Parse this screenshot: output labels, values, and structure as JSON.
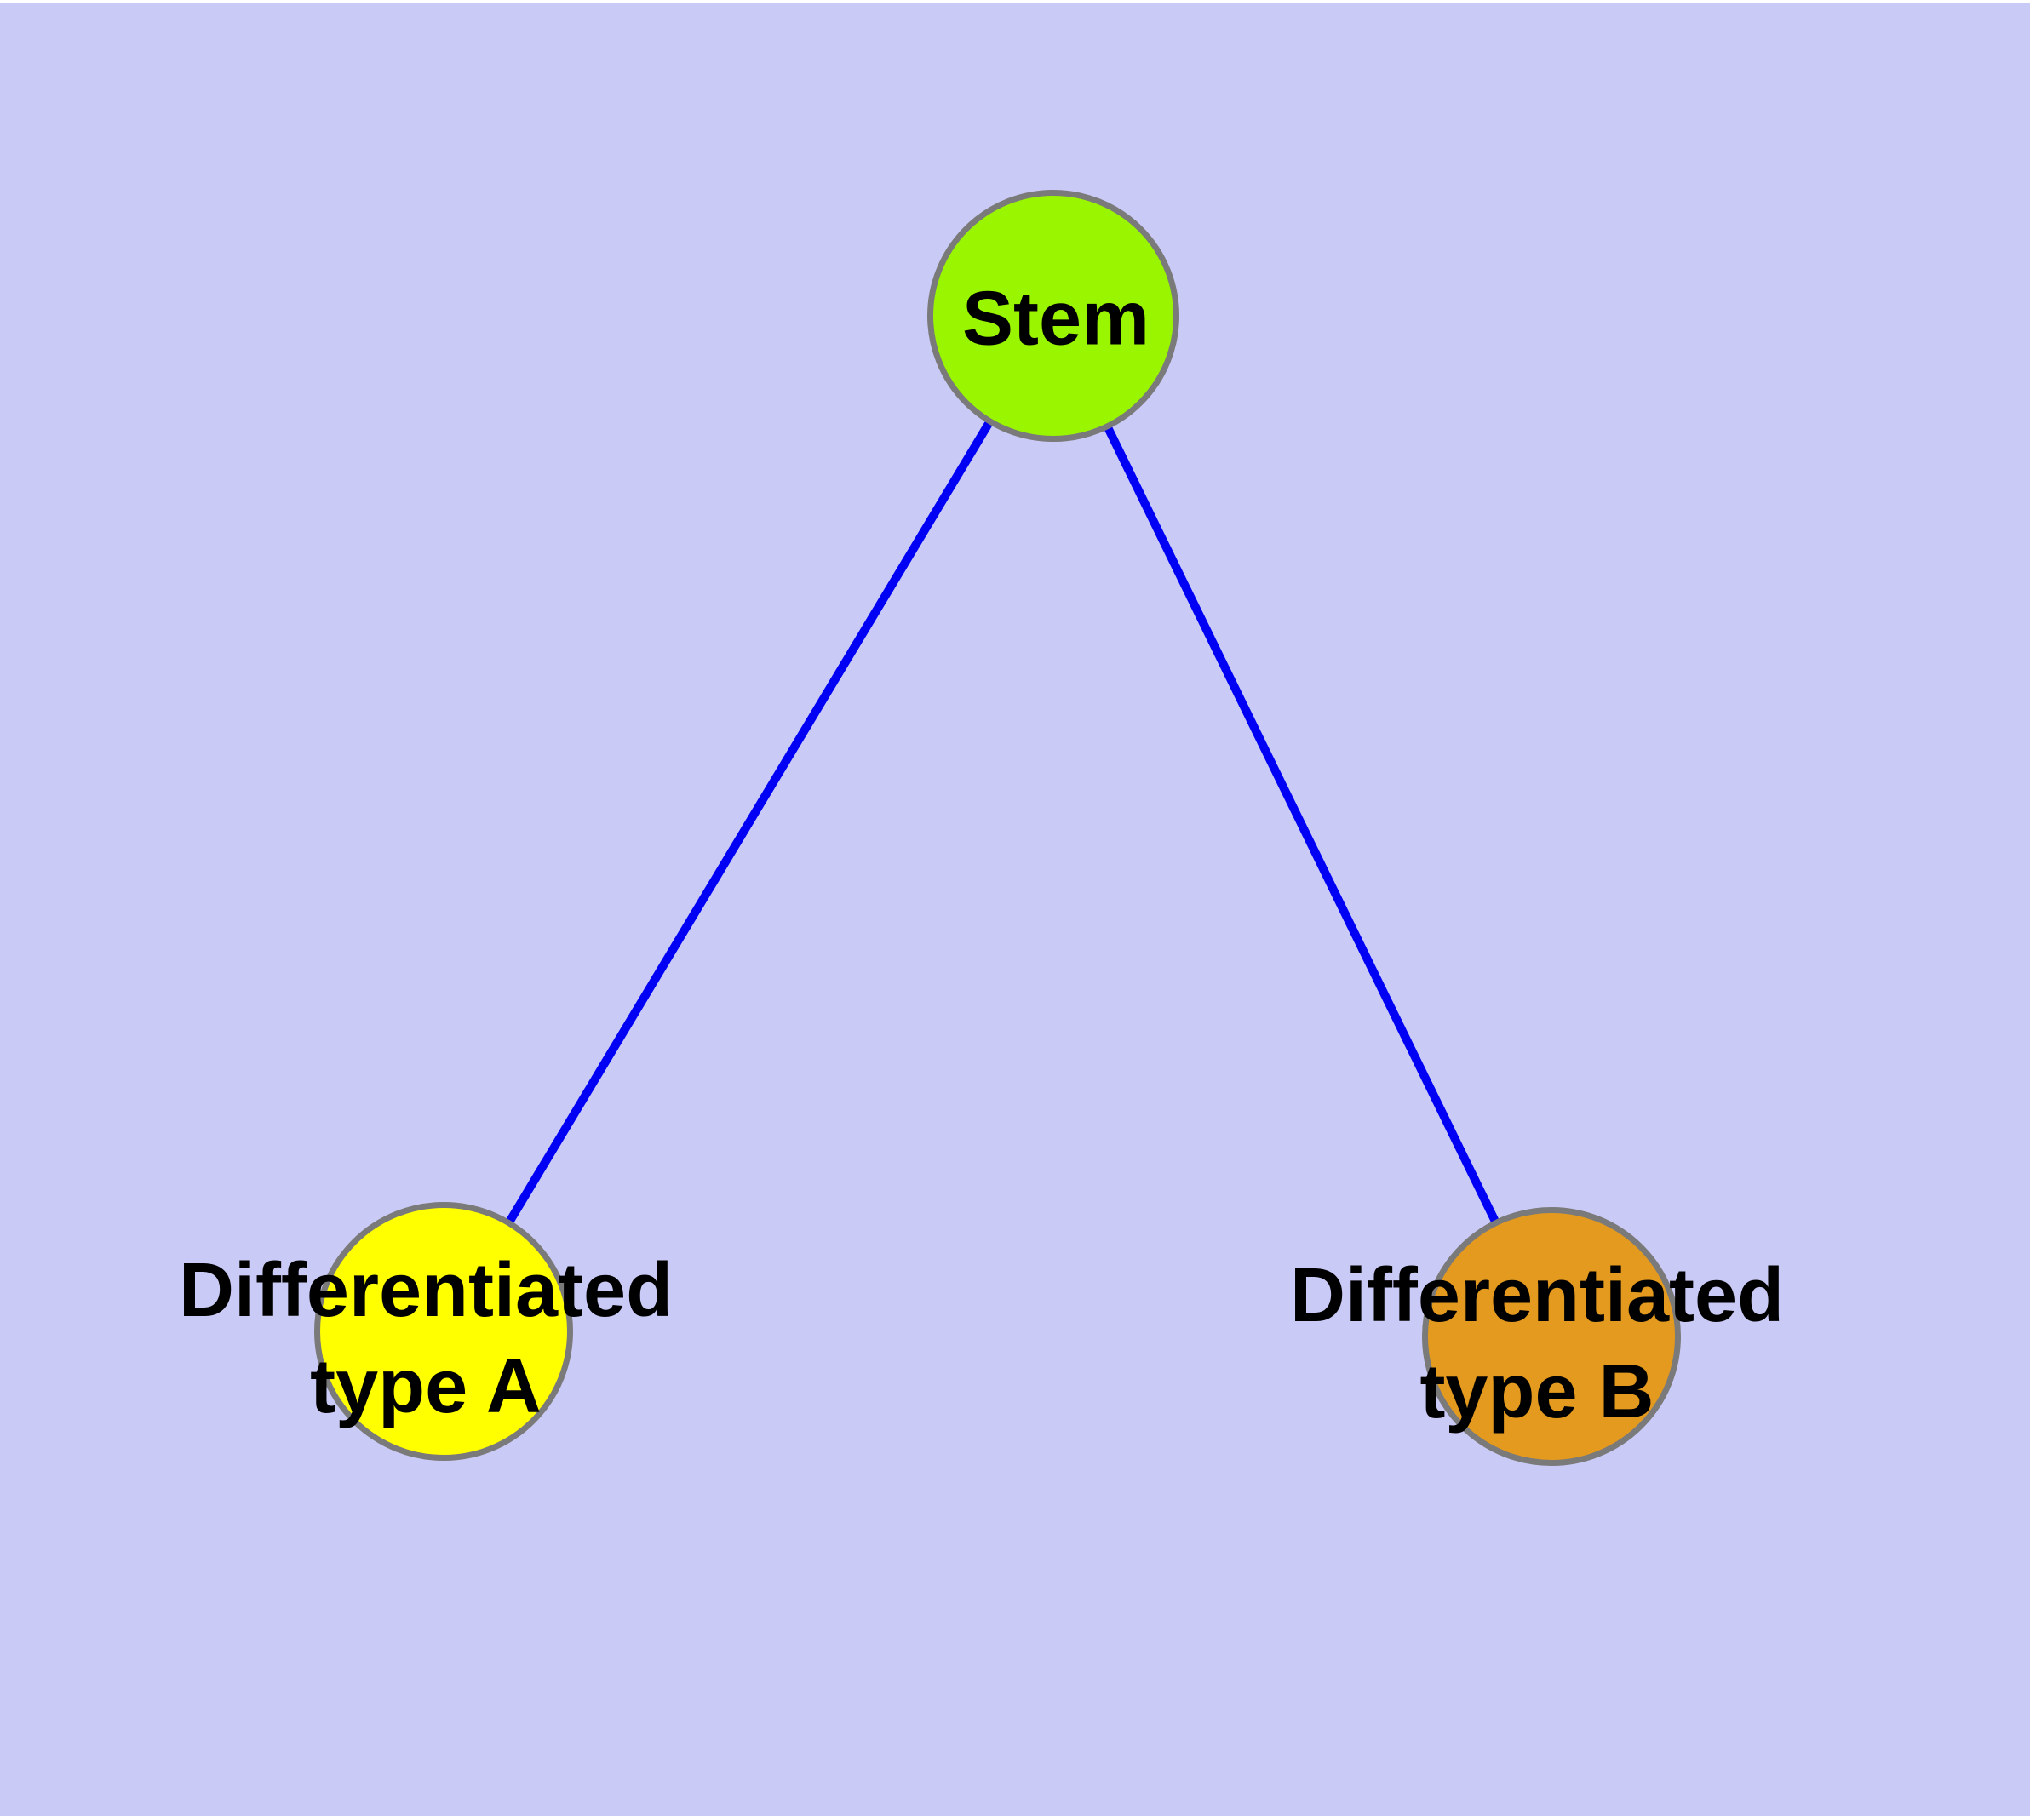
{
  "colors": {
    "page-margin": "#ffffff",
    "background": "#cacaf6",
    "edge": "#0000f5",
    "node-border": "#7a7a7a",
    "node-stem": "#99f500",
    "node-type-a": "#ffff00",
    "node-type-b": "#e49a1e",
    "label-text": "#000000"
  },
  "diagram": {
    "nodes": [
      {
        "id": "stem",
        "label": "Stem",
        "lines": [
          "Stem"
        ],
        "color": "#99f500"
      },
      {
        "id": "differentiated-type-a",
        "label": "Differentiated type A",
        "lines": [
          "Differentiated",
          "type A"
        ],
        "color": "#ffff00"
      },
      {
        "id": "differentiated-type-b",
        "label": "Differentiated type B",
        "lines": [
          "Differentiated",
          "type B"
        ],
        "color": "#e49a1e"
      }
    ],
    "edges": [
      {
        "from": "stem",
        "to": "differentiated-type-a"
      },
      {
        "from": "stem",
        "to": "differentiated-type-b"
      }
    ]
  }
}
